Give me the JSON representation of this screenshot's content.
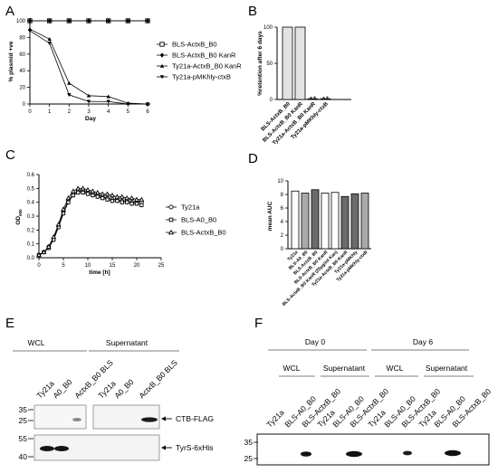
{
  "panels": {
    "A": {
      "letter": "A",
      "ylabel": "% plasmid +ve",
      "xlabel": "Day",
      "xticks": [
        "0",
        "1",
        "2",
        "3",
        "4",
        "5",
        "6"
      ],
      "yticks": [
        "0",
        "20",
        "40",
        "60",
        "80",
        "100"
      ],
      "legend": [
        "BLS-ActxB_B0",
        "BLS-ActxB_B0 KanR",
        "Ty21a-ActxB_B0 KanR",
        "Ty21a-pMKhly-ctxB"
      ]
    },
    "B": {
      "letter": "B",
      "ylabel": "%retention after 6 days",
      "yticks": [
        "0",
        "50",
        "100"
      ],
      "categories": [
        "BLS-ActxB_B0",
        "BLS-ActxB_B0 KanR",
        "Ty21a-ActxB_B0 KanR",
        "Ty21a-pMKhly-ctxB"
      ]
    },
    "C": {
      "letter": "C",
      "ylabel": "OD600",
      "xlabel": "time [h]",
      "xticks": [
        "0",
        "5",
        "10",
        "15",
        "20",
        "25"
      ],
      "yticks": [
        "0.0",
        "0.1",
        "0.2",
        "0.3",
        "0.4",
        "0.5",
        "0.6"
      ],
      "legend": [
        "Ty21a",
        "BLS-A0_B0",
        "BLS-ActxB_B0"
      ]
    },
    "D": {
      "letter": "D",
      "ylabel": "mean AUC",
      "yticks": [
        "0",
        "2",
        "4",
        "6",
        "8",
        "10"
      ],
      "categories": [
        "Ty21a",
        "BLS-A0_B0",
        "BLS-ActxB_B0",
        "BLS-ActxB_B0 KanR",
        "BLS-ActxB_B0 KanR (25µg/ml Kan)",
        "Ty21a-ActxB_B0 KanR",
        "Ty21a-pMKhly",
        "Ty21a-pMKhly-ctxB"
      ]
    },
    "E": {
      "letter": "E",
      "group_wcl": "WCL",
      "group_sup": "Supernatant",
      "lanes_wcl": [
        "Ty21a",
        "A0_B0",
        "ActxB_B0 BLS"
      ],
      "lanes_sup": [
        "Ty21a",
        "A0_B0",
        "ActxB_B0 BLS"
      ],
      "markers_top": [
        "35",
        "25"
      ],
      "markers_bottom": [
        "55",
        "40"
      ],
      "band_top": "CTB-FLAG",
      "band_bottom": "TyrS-6xHis"
    },
    "F": {
      "letter": "F",
      "day0": "Day 0",
      "day6": "Day 6",
      "wcl": "WCL",
      "sup": "Supernatant",
      "lanes": [
        "Ty21a",
        "BLS-A0_B0",
        "BLS-ActxB_B0",
        "Ty21a",
        "BLS-A0_B0",
        "BLS-ActxB_B0",
        "Ty21a",
        "BLS-A0_B0",
        "BLS-ActxB_B0",
        "Ty21a",
        "BLS-A0_B0",
        "BLS-ActxB_B0"
      ],
      "markers": [
        "35",
        "25"
      ]
    }
  },
  "chart_data": [
    {
      "type": "line",
      "panel": "A",
      "xlabel": "Day",
      "ylabel": "% plasmid +ve",
      "xlim": [
        0,
        6
      ],
      "ylim": [
        0,
        100
      ],
      "x": [
        0,
        1,
        2,
        3,
        4,
        5,
        6
      ],
      "series": [
        {
          "name": "BLS-ActxB_B0",
          "values": [
            100,
            100,
            100,
            100,
            100,
            100,
            100
          ]
        },
        {
          "name": "BLS-ActxB_B0 KanR",
          "values": [
            100,
            100,
            100,
            100,
            100,
            100,
            100
          ]
        },
        {
          "name": "Ty21a-ActxB_B0 KanR",
          "values": [
            90,
            78,
            25,
            10,
            9,
            1,
            0
          ]
        },
        {
          "name": "Ty21a-pMKhly-ctxB",
          "values": [
            88,
            73,
            11,
            3,
            3,
            0,
            0
          ]
        }
      ]
    },
    {
      "type": "bar",
      "panel": "B",
      "ylabel": "%retention after 6 days",
      "ylim": [
        0,
        100
      ],
      "categories": [
        "BLS-ActxB_B0",
        "BLS-ActxB_B0 KanR",
        "Ty21a-ActxB_B0 KanR",
        "Ty21a-pMKhly-ctxB"
      ],
      "values": [
        100,
        100,
        1,
        1
      ]
    },
    {
      "type": "line",
      "panel": "C",
      "xlabel": "time [h]",
      "ylabel": "OD600",
      "xlim": [
        0,
        25
      ],
      "ylim": [
        0,
        0.6
      ],
      "x": [
        0,
        1,
        2,
        3,
        4,
        5,
        6,
        7,
        8,
        9,
        10,
        11,
        12,
        13,
        14,
        15,
        16,
        17,
        18,
        19,
        20,
        21
      ],
      "series": [
        {
          "name": "Ty21a",
          "values": [
            0.02,
            0.04,
            0.08,
            0.14,
            0.23,
            0.33,
            0.41,
            0.46,
            0.48,
            0.48,
            0.47,
            0.46,
            0.45,
            0.44,
            0.43,
            0.42,
            0.42,
            0.41,
            0.41,
            0.4,
            0.4,
            0.4
          ]
        },
        {
          "name": "BLS-A0_B0",
          "values": [
            0.02,
            0.04,
            0.07,
            0.13,
            0.22,
            0.32,
            0.4,
            0.45,
            0.47,
            0.47,
            0.46,
            0.45,
            0.44,
            0.43,
            0.42,
            0.41,
            0.41,
            0.4,
            0.4,
            0.39,
            0.39,
            0.38
          ]
        },
        {
          "name": "BLS-ActxB_B0",
          "values": [
            0.02,
            0.04,
            0.08,
            0.15,
            0.24,
            0.35,
            0.43,
            0.48,
            0.5,
            0.5,
            0.49,
            0.48,
            0.47,
            0.46,
            0.46,
            0.45,
            0.44,
            0.44,
            0.43,
            0.43,
            0.42,
            0.42
          ]
        }
      ]
    },
    {
      "type": "bar",
      "panel": "D",
      "ylabel": "mean AUC",
      "ylim": [
        0,
        10
      ],
      "categories": [
        "Ty21a",
        "BLS-A0_B0",
        "BLS-ActxB_B0",
        "BLS-ActxB_B0 KanR",
        "BLS-ActxB_B0 KanR (25µg/ml Kan)",
        "Ty21a-ActxB_B0 KanR",
        "Ty21a-pMKhly",
        "Ty21a-pMKhly-ctxB"
      ],
      "values": [
        8.5,
        8.2,
        8.7,
        8.2,
        8.3,
        7.7,
        8.1,
        8.2
      ],
      "colors": [
        "#ffffff",
        "#a9a9a9",
        "#6b6b6b",
        "#ffffff",
        "#ffffff",
        "#6b6b6b",
        "#6b6b6b",
        "#a9a9a9"
      ]
    }
  ]
}
